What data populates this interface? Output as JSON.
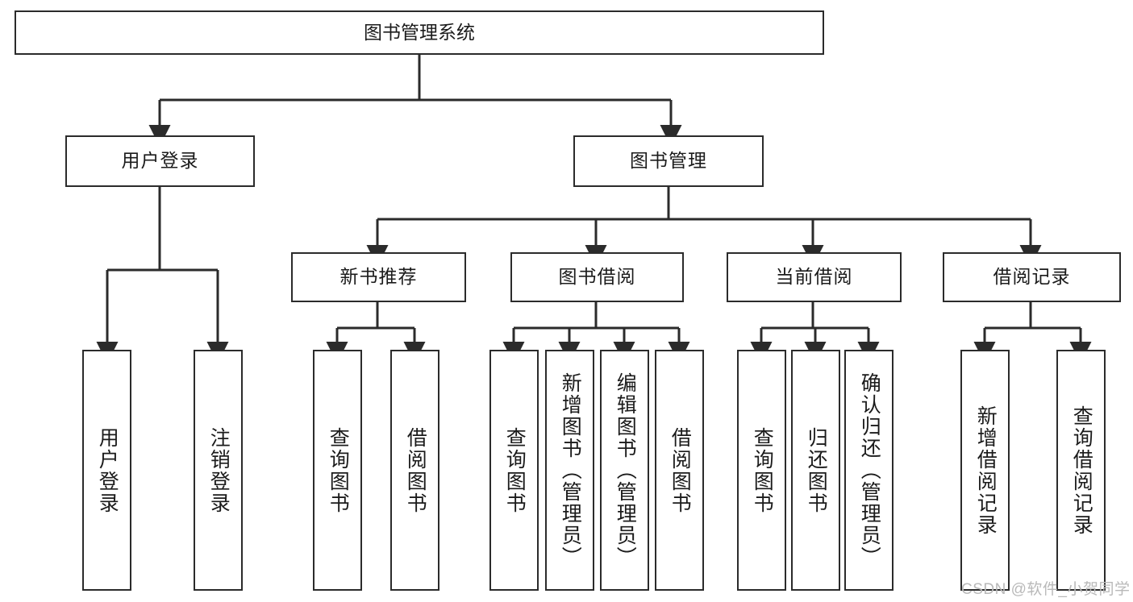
{
  "diagram": {
    "title_node": {
      "label": "图书管理系统"
    },
    "level2": [
      {
        "id": "user-login",
        "label": "用户登录"
      },
      {
        "id": "book-manage",
        "label": "图书管理"
      }
    ],
    "level3": [
      {
        "id": "new-book-rec",
        "label": "新书推荐"
      },
      {
        "id": "book-borrow",
        "label": "图书借阅"
      },
      {
        "id": "current-borrow",
        "label": "当前借阅"
      },
      {
        "id": "borrow-record",
        "label": "借阅记录"
      }
    ],
    "leaves": [
      {
        "id": "leaf-user-login",
        "label": "用户登录",
        "parent": "用户登录"
      },
      {
        "id": "leaf-logout",
        "label": "注销登录",
        "parent": "用户登录"
      },
      {
        "id": "leaf-query-book-1",
        "label": "查询图书",
        "parent": "新书推荐"
      },
      {
        "id": "leaf-borrow-book-1",
        "label": "借阅图书",
        "parent": "新书推荐"
      },
      {
        "id": "leaf-query-book-2",
        "label": "查询图书",
        "parent": "图书借阅"
      },
      {
        "id": "leaf-add-book",
        "label": "新增图书（管理员）",
        "parent": "图书借阅"
      },
      {
        "id": "leaf-edit-book",
        "label": "编辑图书（管理员）",
        "parent": "图书借阅"
      },
      {
        "id": "leaf-borrow-book-2",
        "label": "借阅图书",
        "parent": "图书借阅"
      },
      {
        "id": "leaf-query-book-3",
        "label": "查询图书",
        "parent": "当前借阅"
      },
      {
        "id": "leaf-return-book",
        "label": "归还图书",
        "parent": "当前借阅"
      },
      {
        "id": "leaf-confirm-return",
        "label": "确认归还（管理员）",
        "parent": "当前借阅"
      },
      {
        "id": "leaf-add-record",
        "label": "新增借阅记录",
        "parent": "借阅记录"
      },
      {
        "id": "leaf-query-record",
        "label": "查询借阅记录",
        "parent": "借阅记录"
      }
    ]
  },
  "watermark": {
    "text": "CSDN @软件_小贺同学"
  },
  "colors": {
    "stroke": "#2b2b2b",
    "background": "#ffffff",
    "text": "#1b1b1b",
    "watermark": "#b9b9b9"
  }
}
